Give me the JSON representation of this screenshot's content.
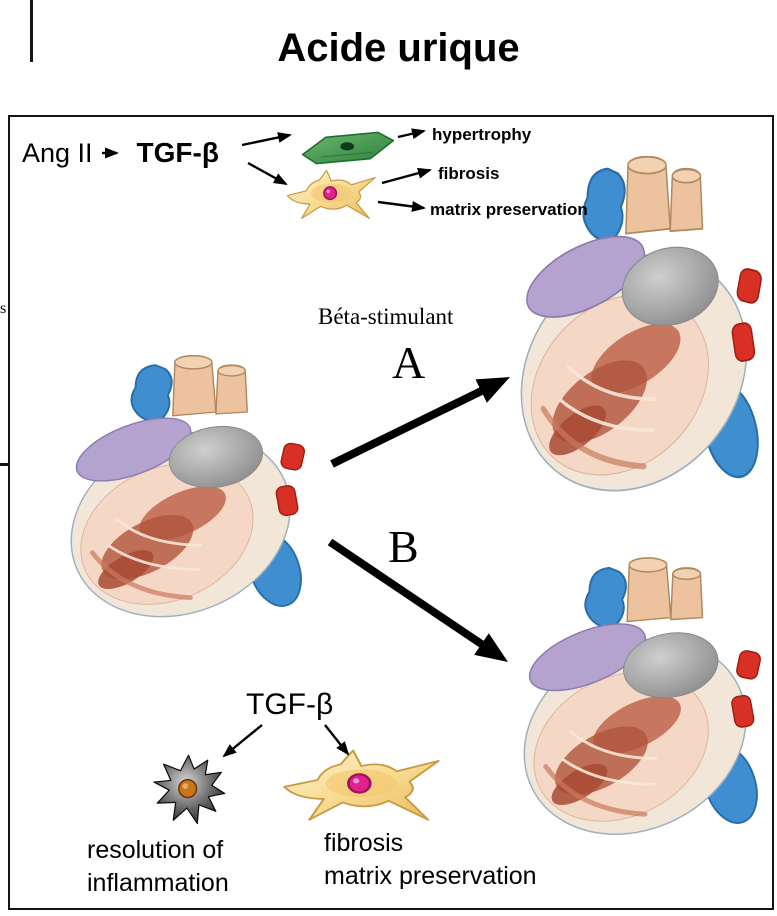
{
  "title": "Acide urique",
  "top_pathway": {
    "source_label": "Ang II",
    "mediator_label": "TGF-β",
    "outcome_hypertrophy": "hypertrophy",
    "outcome_fibrosis": "fibrosis",
    "outcome_matrix": "matrix preservation"
  },
  "branches": {
    "beta_stimulant_label": "Béta-stimulant",
    "branch_a_label": "A",
    "branch_b_label": "B"
  },
  "bottom_pathway": {
    "mediator_label": "TGF-β",
    "macrophage_caption_line1": "resolution of",
    "macrophage_caption_line2": "inflammation",
    "fibroblast_caption_line1": "fibrosis",
    "fibroblast_caption_line2": "matrix preservation"
  },
  "edge_artifacts": {
    "left_text_fragment": "s"
  },
  "icons": {
    "myocyte": "green-myocyte-cell-icon",
    "fibroblast": "fibroblast-cell-icon",
    "macrophage": "macrophage-cell-icon",
    "heart": "heart-cross-section-illustration",
    "arrow": "arrow-right-icon"
  },
  "colors": {
    "figure_border": "#141414",
    "arrow_black": "#000000",
    "myocyte_green": "#3da04f",
    "fibroblast_yellow": "#f6d98e",
    "nucleus_magenta": "#e0218a",
    "macrophage_nucleus_orange": "#c8761e",
    "heart_vessel_blue": "#3f8fd0",
    "heart_atrium_purple": "#b5a3cf",
    "heart_vessel_red": "#d93025",
    "heart_wall_cream": "#f2e6d8",
    "heart_muscle_red": "#b2543c"
  }
}
